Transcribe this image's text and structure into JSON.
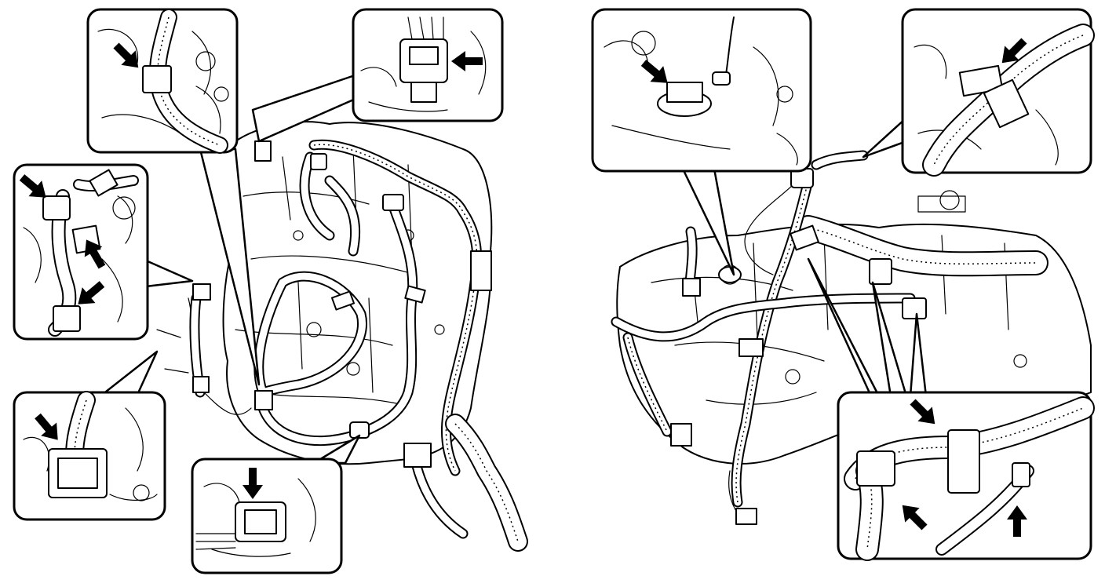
{
  "diagram": {
    "colors": {
      "ink": "#000000",
      "paper": "#ffffff"
    },
    "left_view": {
      "insets": [
        {
          "id": "top-left",
          "contents": "clamp-on-harness",
          "arrows": 1
        },
        {
          "id": "top-right",
          "contents": "connector",
          "arrows": 1
        },
        {
          "id": "mid-left",
          "contents": "connectors-and-clamps",
          "arrows": 3
        },
        {
          "id": "bottom-left",
          "contents": "connector",
          "arrows": 1
        },
        {
          "id": "bottom-center",
          "contents": "connector",
          "arrows": 1
        }
      ]
    },
    "right_view": {
      "insets": [
        {
          "id": "top-left",
          "contents": "ground-bolt",
          "arrows": 1
        },
        {
          "id": "top-right",
          "contents": "clamp-on-harness",
          "arrows": 1
        },
        {
          "id": "bottom-right",
          "contents": "clamps-and-connector",
          "arrows": 3
        }
      ]
    }
  }
}
